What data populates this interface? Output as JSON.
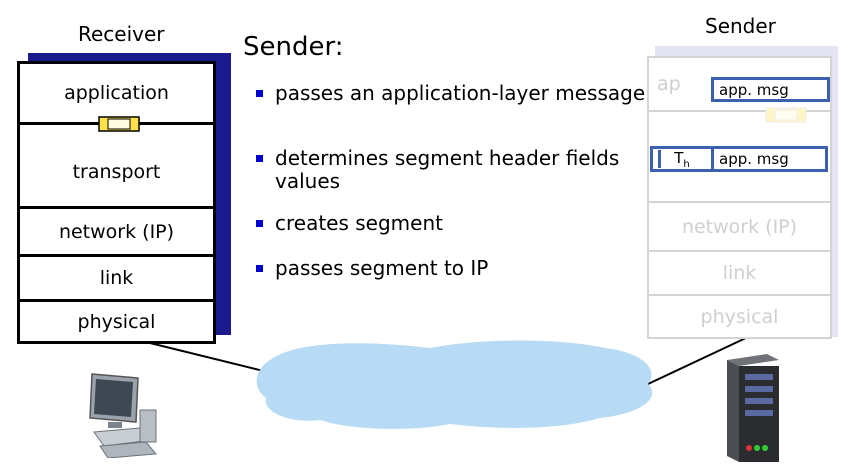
{
  "receiver": {
    "title": "Receiver",
    "layers": [
      "application",
      "transport",
      "network (IP)",
      "link",
      "physical"
    ]
  },
  "sender": {
    "title": "Sender",
    "layers": [
      "ap",
      "network (IP)",
      "link",
      "physical"
    ],
    "app_msg": "app. msg",
    "segment_header": "T",
    "segment_header_sub": "h",
    "segment_msg": "app. msg"
  },
  "explanation": {
    "heading": "Sender:",
    "bullets": [
      "passes an application-layer message",
      "determines segment header fields values",
      "creates segment",
      "passes segment to IP"
    ]
  },
  "icons": [
    "desktop-computer-icon",
    "server-icon",
    "network-cloud-icon",
    "message-icon"
  ],
  "colors": {
    "receiver_shadow": "#1a1a8c",
    "bullet": "#0000cc",
    "message_border": "#3c5fb0",
    "cloud": "#b7dbf4",
    "inactive_text": "#cfcfcf"
  }
}
